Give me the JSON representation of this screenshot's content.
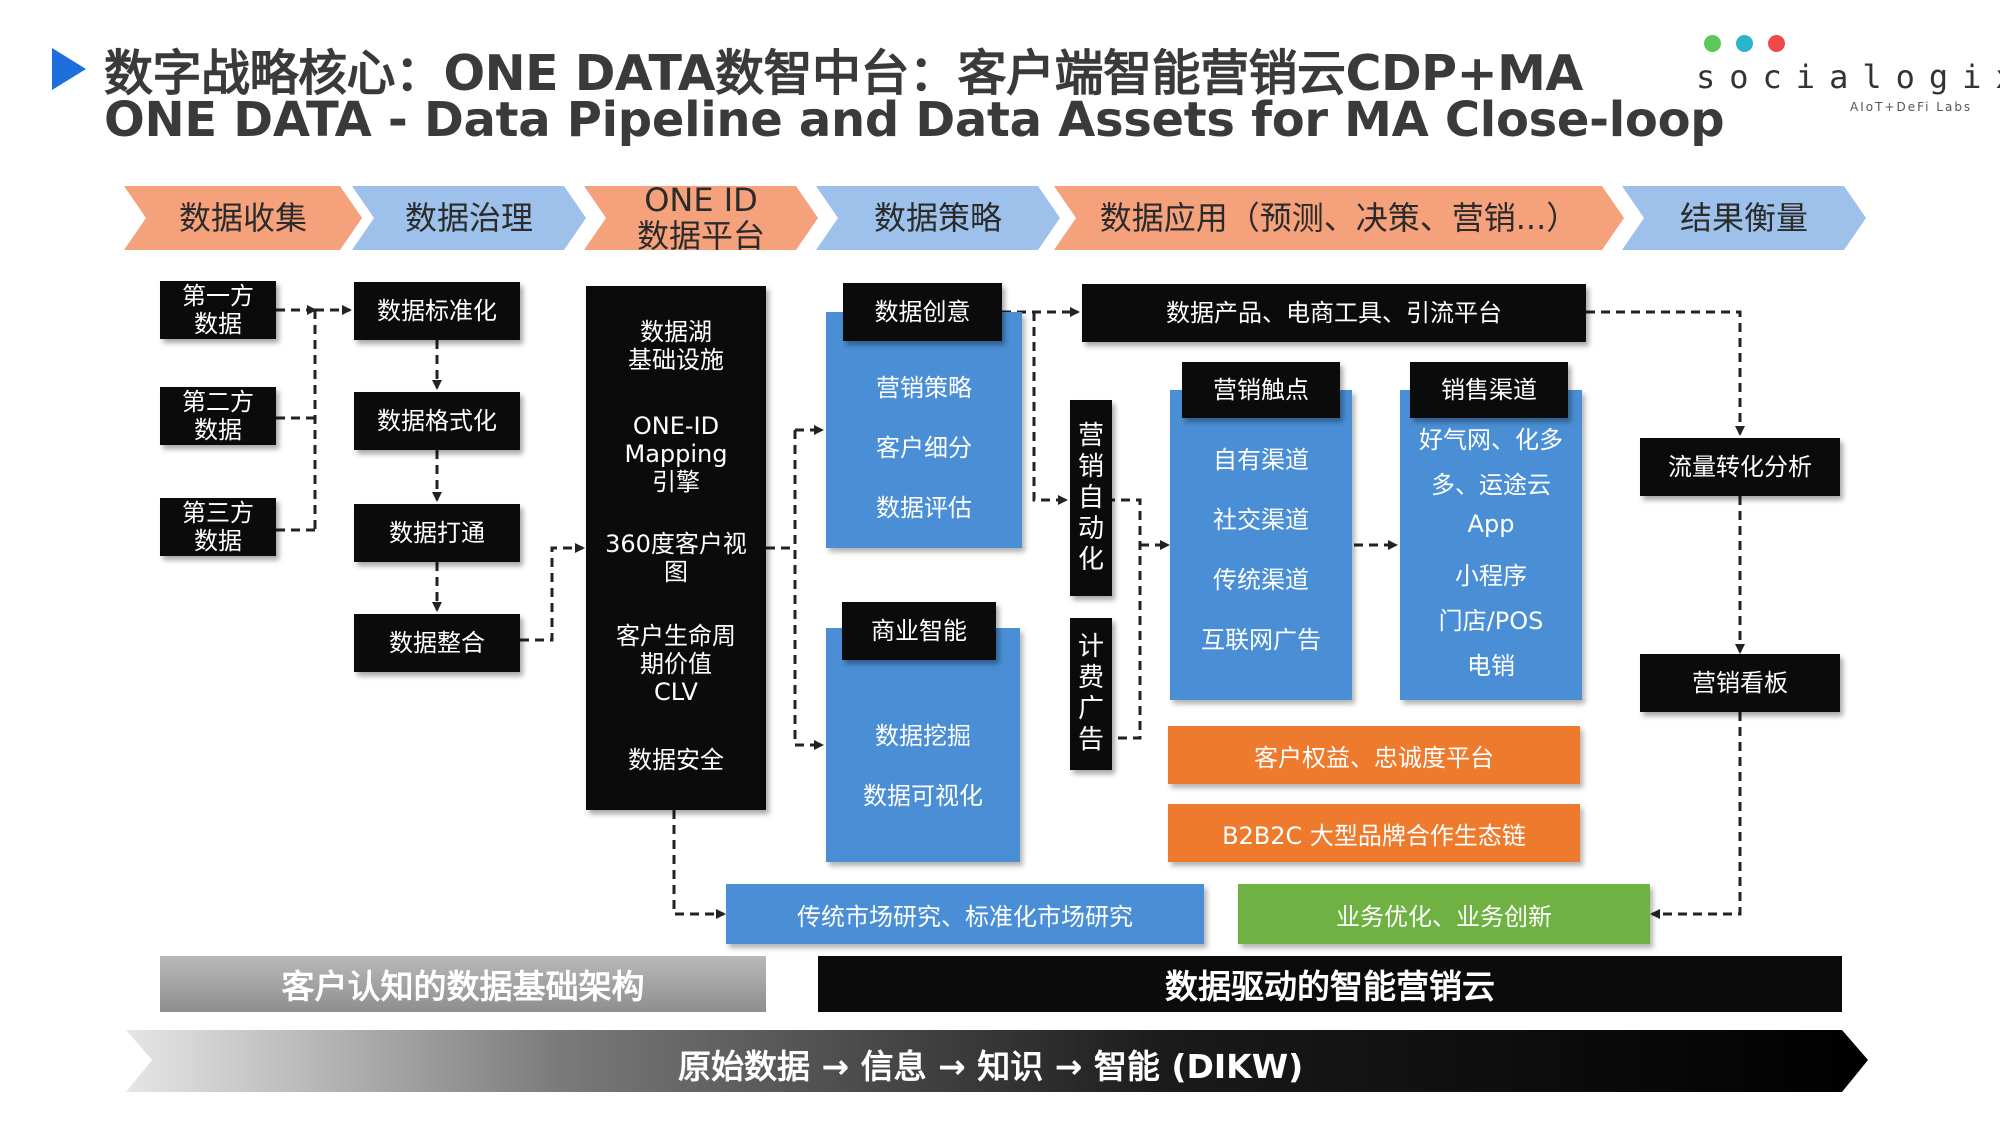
{
  "title": {
    "line1": "数字战略核心：ONE DATA数智中台：客户端智能营销云CDP+MA",
    "line2": "ONE DATA - Data Pipeline and Data Assets for MA Close-loop"
  },
  "logo": {
    "word": "socialogix",
    "sub": "AIoT+DeFi Labs",
    "dot_colors": [
      "#5cc85a",
      "#29b6c9",
      "#ee4a4a"
    ]
  },
  "stages": [
    {
      "label": "数据收集",
      "color": "#f5a27c"
    },
    {
      "label": "数据治理",
      "color": "#9dc1ea"
    },
    {
      "label": "ONE ID\n数据平台",
      "color": "#f5a27c"
    },
    {
      "label": "数据策略",
      "color": "#9dc1ea"
    },
    {
      "label": "数据应用（预测、决策、营销...）",
      "color": "#f5a27c"
    },
    {
      "label": "结果衡量",
      "color": "#9dc1ea"
    }
  ],
  "collect": [
    "第一方\n数据",
    "第二方\n数据",
    "第三方\n数据"
  ],
  "govern": [
    "数据标准化",
    "数据格式化",
    "数据打通",
    "数据整合"
  ],
  "platform": {
    "items": [
      "数据湖\n基础设施",
      "ONE-ID\nMapping\n引擎",
      "360度客户视\n图",
      "客户生命周\n期价值\nCLV",
      "数据安全"
    ]
  },
  "strategy": {
    "creative": {
      "title": "数据创意",
      "items": [
        "营销策略",
        "客户细分",
        "数据评估"
      ]
    },
    "bi": {
      "title": "商业智能",
      "items": [
        "数据挖掘",
        "数据可视化"
      ]
    }
  },
  "automation": {
    "ma": "营\n销\n自\n动\n化",
    "ads": "计\n费\n广\n告"
  },
  "apps": {
    "top": "数据产品、电商工具、引流平台",
    "touch": {
      "title": "营销触点",
      "items": [
        "自有渠道",
        "社交渠道",
        "传统渠道",
        "互联网广告"
      ]
    },
    "sales": {
      "title": "销售渠道",
      "items": [
        "好气网、化多",
        "多、运途云",
        "App",
        "小程序",
        "门店/POS",
        "电销"
      ]
    },
    "loyalty": "客户权益、忠诚度平台",
    "b2b2c": "B2B2C 大型品牌合作生态链"
  },
  "measure": [
    "流量转化分析",
    "营销看板"
  ],
  "bottom": {
    "research": "传统市场研究、标准化市场研究",
    "optimize": "业务优化、业务创新",
    "base_left": "客户认知的数据基础架构",
    "base_right": "数据驱动的智能营销云",
    "dikw": "原始数据 → 信息 → 知识 → 智能 (DIKW)"
  }
}
